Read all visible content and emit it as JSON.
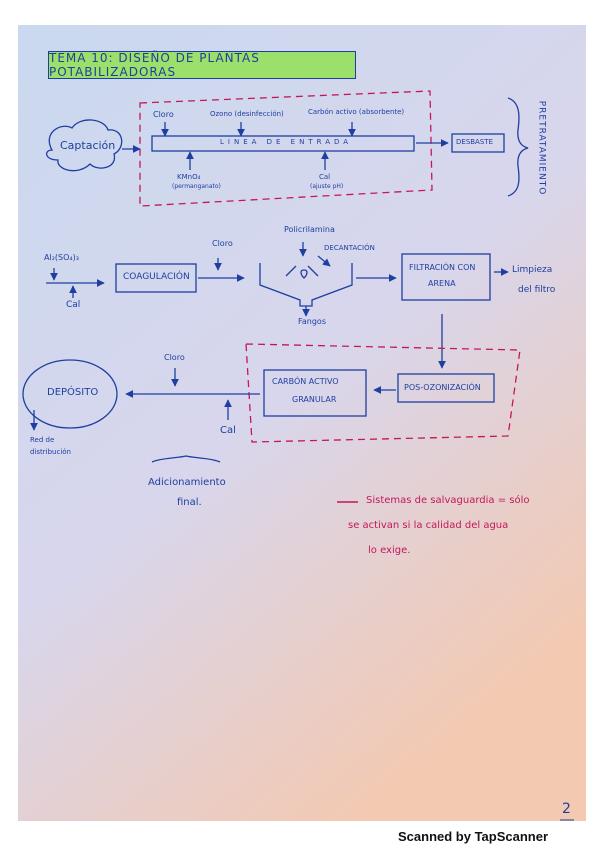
{
  "title": "TEMA 10: DISEÑO DE PLANTAS POTABILIZADORAS",
  "pretreatment": {
    "captacion": "Captación",
    "cloro": "Cloro",
    "ozono": "Ozono (desinfección)",
    "carbon_activo": "Carbón activo (absorbente)",
    "linea_entrada": "LINEA DE ENTRADA",
    "kmno4": "KMnO₄",
    "kmno4_note": "(permanganato)",
    "cal": "Cal",
    "cal_note": "(ajuste pH)",
    "desbaste": "DESBASTE",
    "side_label": "PRETRATAMIENTO"
  },
  "main_line": {
    "reagent": "Al₂(SO₄)₃",
    "cal_left": "Cal",
    "cloro_coag": "Cloro",
    "coagulacion": "COAGULACIÓN",
    "policrilamina": "Policrilamina",
    "decantacion": "DECANTACIÓN",
    "fangos": "Fangos",
    "filtracion_line1": "FILTRACIÓN CON",
    "filtracion_line2": "ARENA",
    "limpieza_line1": "Limpieza",
    "limpieza_line2": "del filtro"
  },
  "final_line": {
    "cloro": "Cloro",
    "deposito": "DEPÓSITO",
    "carbon_line1": "CARBÓN ACTIVO",
    "carbon_line2": "GRANULAR",
    "posozonizacion": "POS-OZONIZACIÓN",
    "cal": "Cal",
    "red_line1": "Red de",
    "red_line2": "distribución",
    "adic_line1": "Adicionamiento",
    "adic_line2": "final."
  },
  "note": {
    "line1": "Sistemas de salvaguardia = sólo",
    "line2": "se activan si la calidad del agua",
    "line3": "lo exige."
  },
  "page_number": "2",
  "footer": "Scanned by TapScanner",
  "colors": {
    "ink": "#1f3fa0",
    "red": "#c2185b",
    "highlight": "#9be06a"
  }
}
